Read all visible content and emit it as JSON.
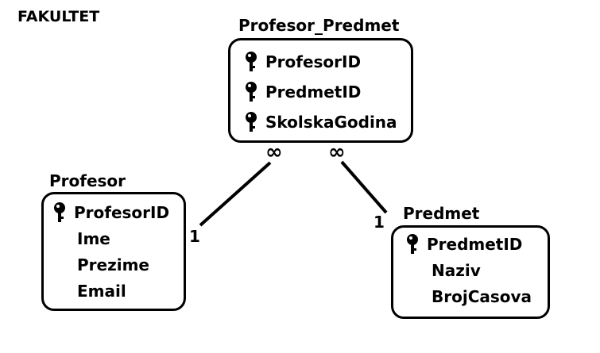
{
  "title": "FAKULTET",
  "entities": {
    "profesor_predmet": {
      "name": "Profesor_Predmet",
      "fields": [
        "ProfesorID",
        "PredmetID",
        "SkolskaGodina"
      ]
    },
    "profesor": {
      "name": "Profesor",
      "fields": [
        "ProfesorID",
        "Ime",
        "Prezime",
        "Email"
      ]
    },
    "predmet": {
      "name": "Predmet",
      "fields": [
        "PredmetID",
        "Naziv",
        "BrojCasova"
      ]
    }
  },
  "relationships": [
    {
      "from": "Profesor",
      "to": "Profesor_Predmet",
      "from_card": "1",
      "to_card": "∞"
    },
    {
      "from": "Predmet",
      "to": "Profesor_Predmet",
      "from_card": "1",
      "to_card": "∞"
    }
  ],
  "icons": {
    "key": "key-icon"
  }
}
